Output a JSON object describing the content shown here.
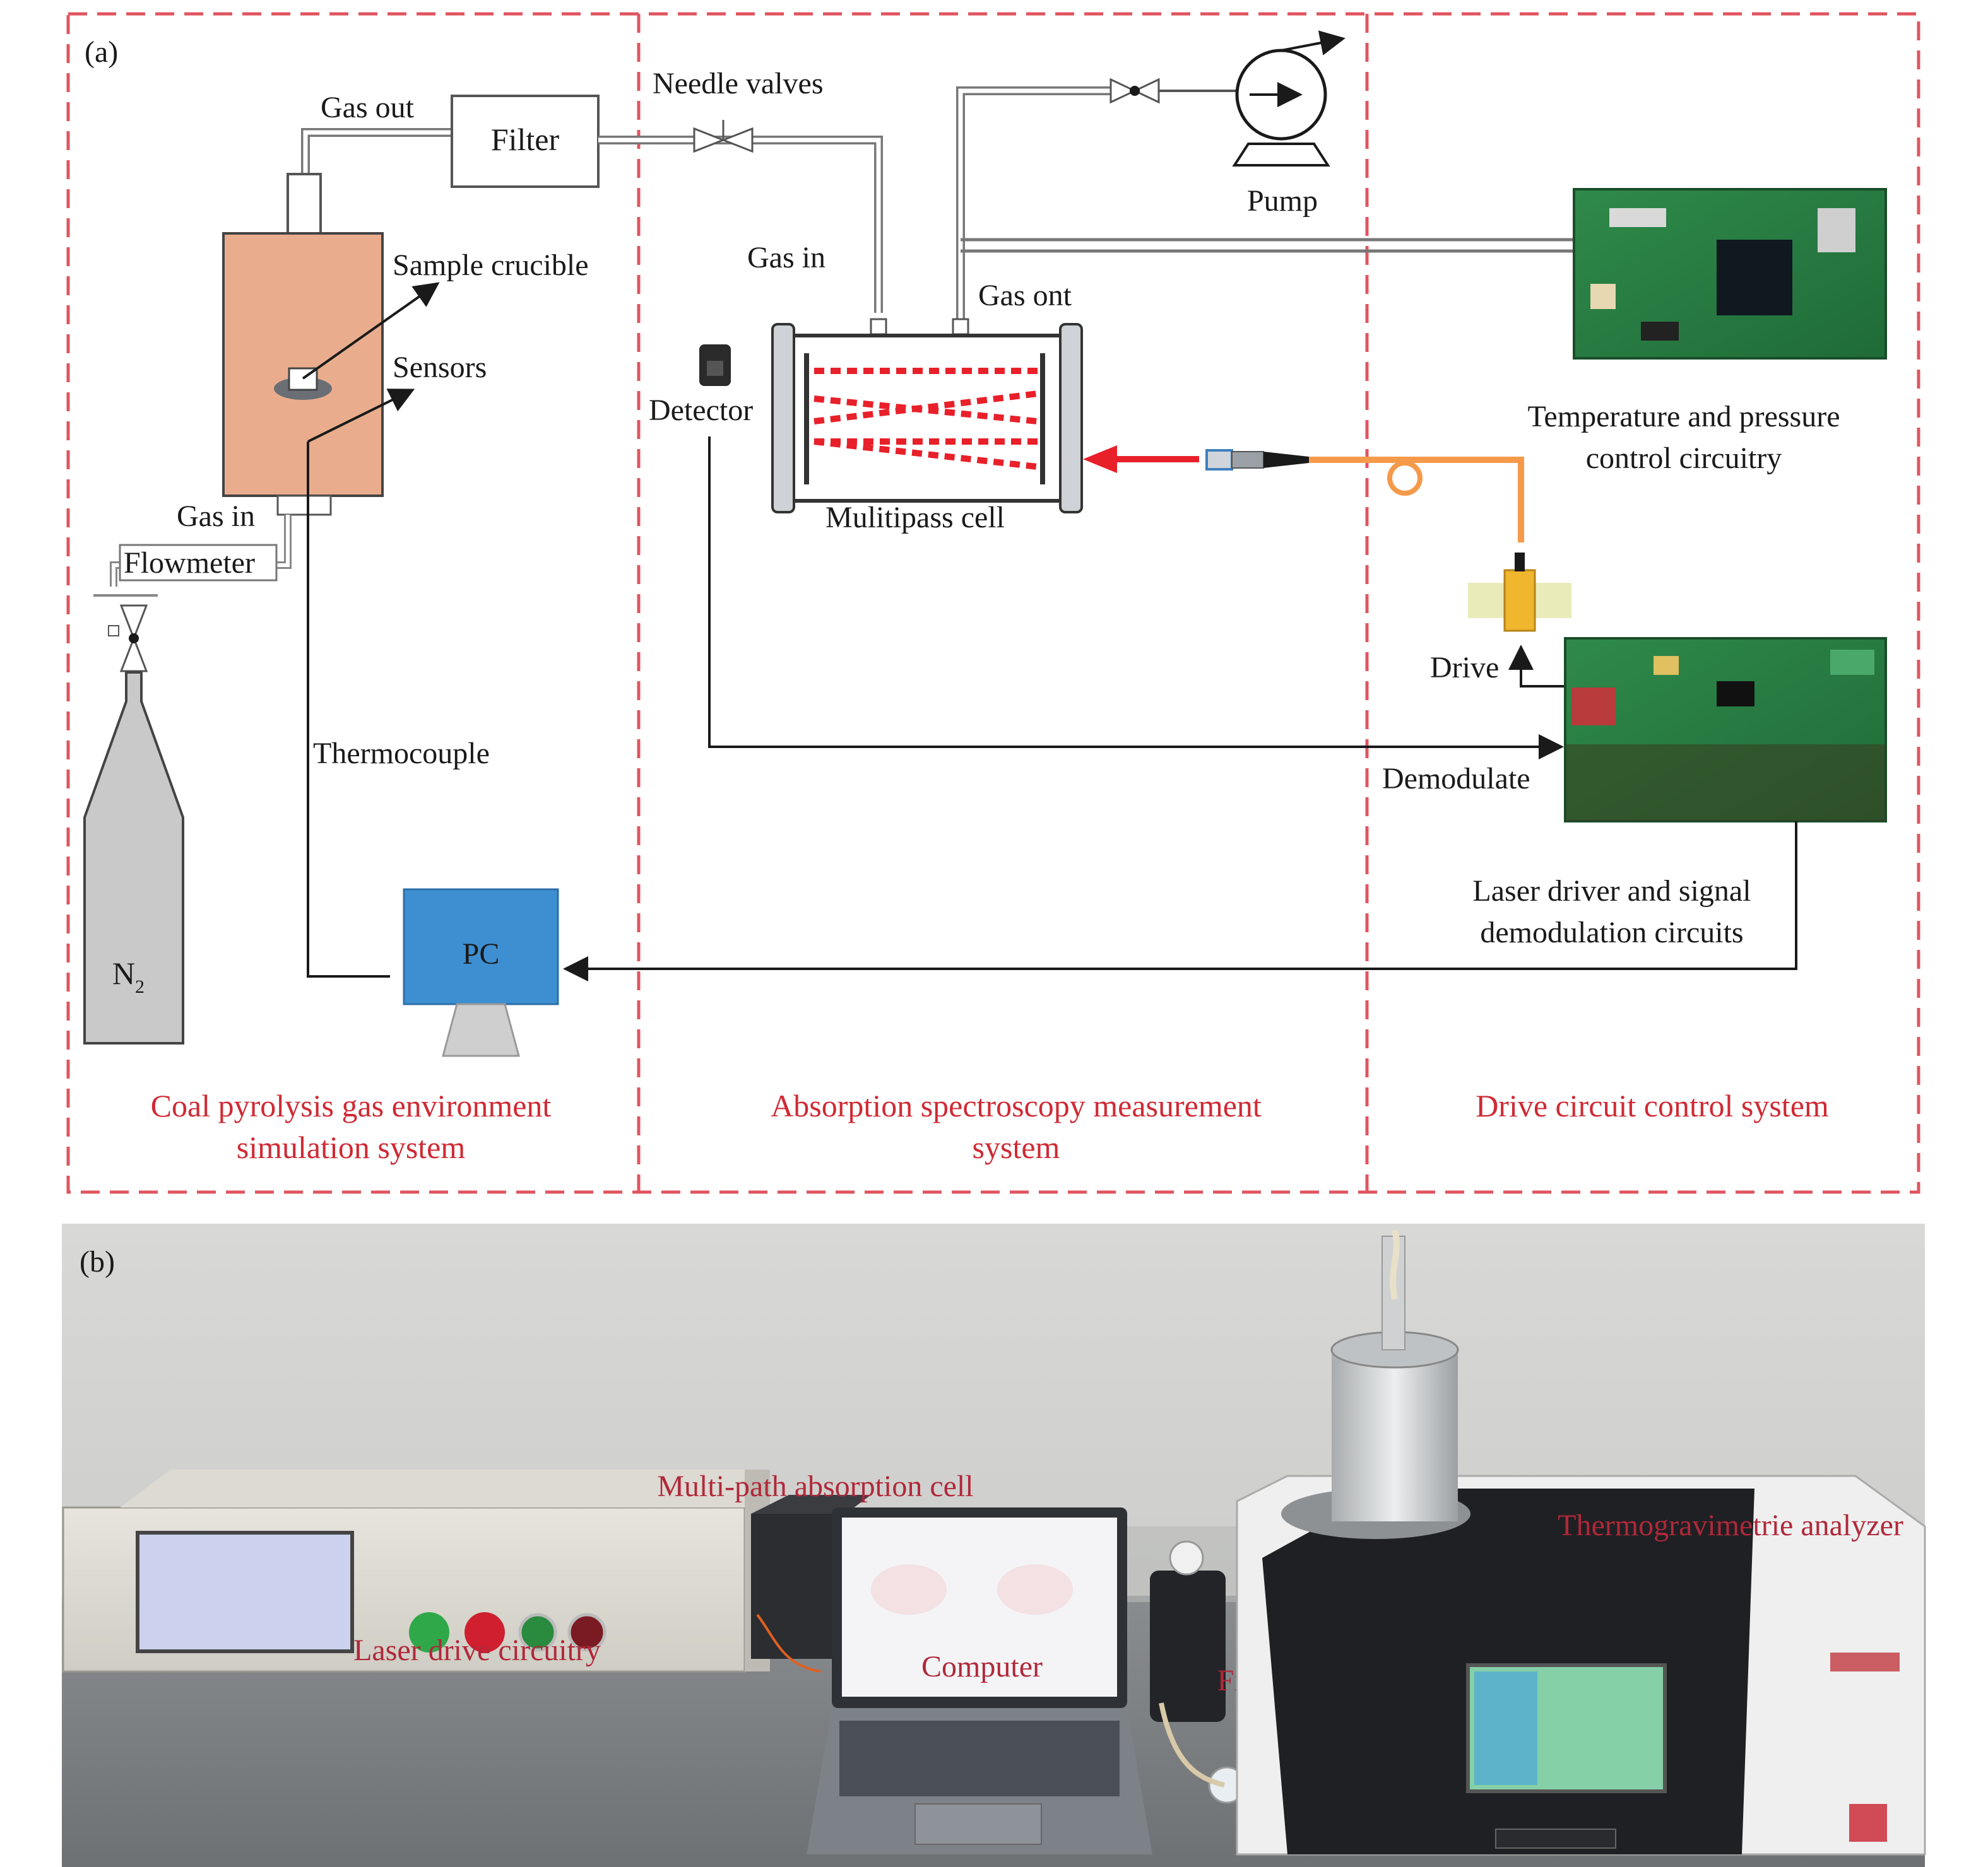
{
  "panel_a": {
    "label": "(a)",
    "sections": [
      {
        "line1": "Coal pyrolysis gas environment",
        "line2": "simulation system"
      },
      {
        "line1": "Absorption spectroscopy measurement",
        "line2": "system"
      },
      {
        "line1": "Drive circuit control system",
        "line2": ""
      }
    ],
    "labels": {
      "gas_out": "Gas out",
      "filter": "Filter",
      "needle_valves": "Needle valves",
      "pump": "Pump",
      "sample_crucible": "Sample crucible",
      "sensors": "Sensors",
      "gas_in_left": "Gas in",
      "flowmeter": "Flowmeter",
      "n2": "N",
      "n2_sub": "2",
      "thermocouple": "Thermocouple",
      "pc": "PC",
      "gas_in_cell": "Gas in",
      "gas_ont": "Gas ont",
      "detector": "Detector",
      "multipass_cell": "Mulitipass cell",
      "temp_line1": "Temperature and pressure",
      "temp_line2": "control circuitry",
      "drive": "Drive",
      "demodulate": "Demodulate",
      "laser_line1": "Laser driver and signal",
      "laser_line2": "demodulation circuits"
    },
    "colors": {
      "dashed_border": "#e0555f",
      "section_text": "#cf2a34",
      "furnace": "#e9ad8d",
      "pc": "#3d8fd1",
      "beam": "#e8202a",
      "fiber": "#f59a4a"
    }
  },
  "panel_b": {
    "label": "(b)",
    "labels": {
      "multi_path": "Multi-path absorption cell",
      "thermo": "Thermogravimetrie analyzer",
      "laser_drive": "Laser drive circuitry",
      "computer": "Computer",
      "filtration": "Filtration"
    }
  }
}
